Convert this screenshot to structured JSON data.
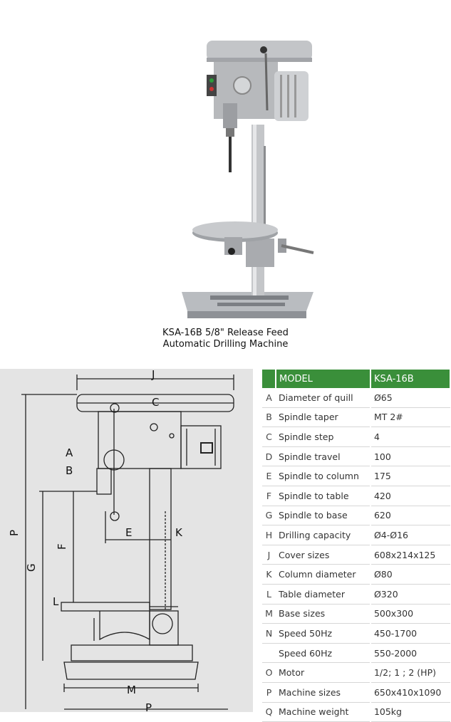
{
  "product": {
    "caption_line1": "KSA-16B 5/8\" Release Feed",
    "caption_line2": "Automatic Drilling Machine"
  },
  "diagram": {
    "labels": [
      "J",
      "C",
      "A",
      "B",
      "E",
      "K",
      "F",
      "P",
      "G",
      "L",
      "M",
      "P"
    ]
  },
  "specs": {
    "header": {
      "letter": "",
      "name": "MODEL",
      "value": "KSA-16B"
    },
    "rows": [
      {
        "letter": "A",
        "name": "Diameter of quill",
        "value": "Ø65"
      },
      {
        "letter": "B",
        "name": "Spindle taper",
        "value": "MT 2#"
      },
      {
        "letter": "C",
        "name": "Spindle step",
        "value": "4"
      },
      {
        "letter": "D",
        "name": "Spindle travel",
        "value": "100"
      },
      {
        "letter": "E",
        "name": "Spindle to column",
        "value": "175"
      },
      {
        "letter": "F",
        "name": "Spindle to table",
        "value": "420"
      },
      {
        "letter": "G",
        "name": "Spindle to base",
        "value": "620"
      },
      {
        "letter": "H",
        "name": "Drilling capacity",
        "value": "Ø4-Ø16"
      },
      {
        "letter": "J",
        "name": "Cover sizes",
        "value": "608x214x125"
      },
      {
        "letter": "K",
        "name": "Column diameter",
        "value": "Ø80"
      },
      {
        "letter": "L",
        "name": "Table diameter",
        "value": "Ø320"
      },
      {
        "letter": "M",
        "name": "Base sizes",
        "value": "500x300"
      },
      {
        "letter": "N",
        "name": "Speed 50Hz",
        "value": "450-1700"
      },
      {
        "letter": "",
        "name": "Speed 60Hz",
        "value": "550-2000"
      },
      {
        "letter": "O",
        "name": "Motor",
        "value": "1/2; 1 ; 2 (HP)"
      },
      {
        "letter": "P",
        "name": "Machine sizes",
        "value": "650x410x1090"
      },
      {
        "letter": "Q",
        "name": "Machine weight",
        "value": "105kg"
      }
    ]
  }
}
